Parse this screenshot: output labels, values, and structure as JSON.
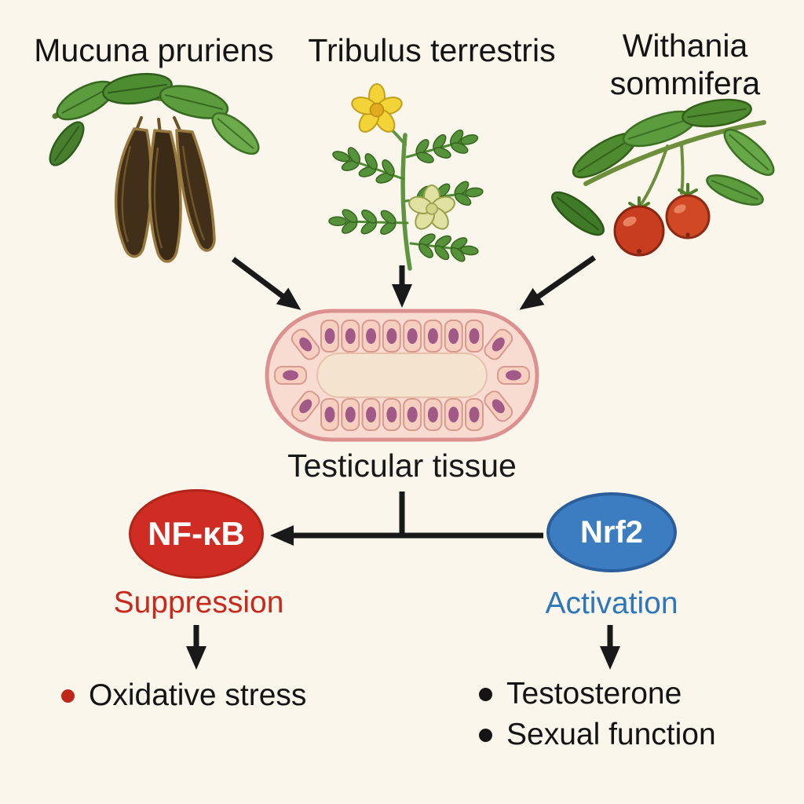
{
  "background_color": "#fbf6ec",
  "plants": [
    {
      "id": "mucuna-pruriens",
      "label": "Mucuna pruriens"
    },
    {
      "id": "tribulus-terrestris",
      "label": "Tribulus terrestris"
    },
    {
      "id": "withania-sommifera",
      "label": "Withania sommifera"
    }
  ],
  "tissue": {
    "label": "Testicular tissue"
  },
  "nfkb": {
    "node_label": "NF-κB",
    "node_color": "#cf2d23",
    "state_label": "Suppression",
    "state_color": "#c9291d",
    "outcomes": [
      {
        "label": "Oxidative stress",
        "bullet_color": "#c0271b"
      }
    ]
  },
  "nrf2": {
    "node_label": "Nrf2",
    "node_color": "#3c7cc0",
    "state_label": "Activation",
    "state_color": "#2e76bb",
    "outcomes": [
      {
        "label": "Testosterone",
        "bullet_color": "#141414"
      },
      {
        "label": "Sexual function",
        "bullet_color": "#141414"
      }
    ]
  }
}
